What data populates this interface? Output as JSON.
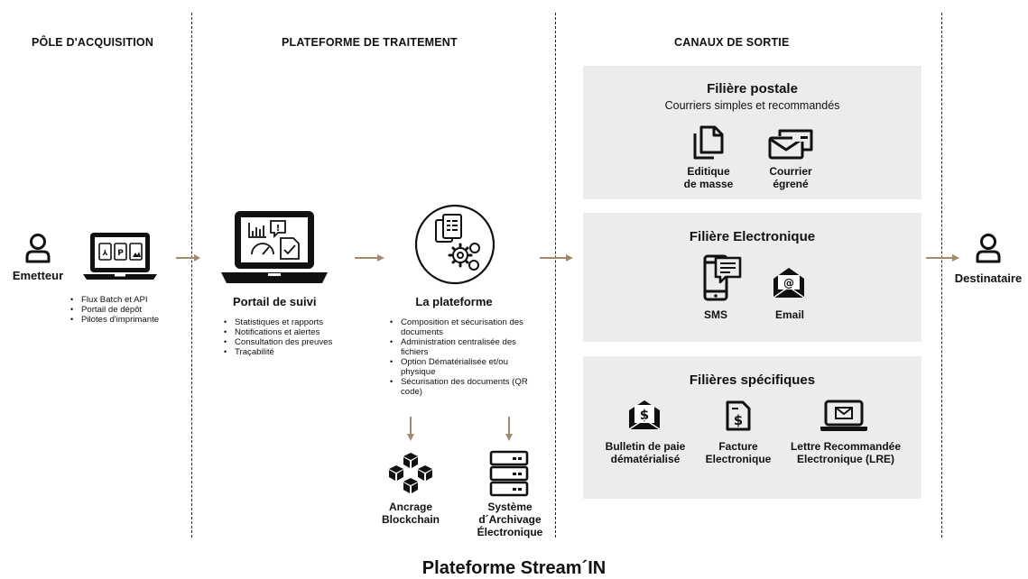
{
  "columns": {
    "acquisition": "PÔLE D'ACQUISITION",
    "treatment": "PLATEFORME DE TRAITEMENT",
    "output": "CANAUX DE SORTIE"
  },
  "emitter": {
    "label": "Emetteur"
  },
  "recipient": {
    "label": "Destinataire"
  },
  "acquisition_items": [
    "Flux Batch et API",
    "Portail de dépôt",
    "Pilotes d'imprimante"
  ],
  "portal": {
    "title": "Portail de suivi",
    "items": [
      "Statistiques et rapports",
      "Notifications et alertes",
      "Consultation des preuves",
      "Traçabilité"
    ]
  },
  "platform": {
    "title": "La plateforme",
    "items": [
      "Composition et sécurisation des documents",
      "Administration centralisée des fichiers",
      "Option Dématérialisée et/ou physique",
      "Sécurisation des documents (QR code)"
    ]
  },
  "blockchain": {
    "label": "Ancrage\nBlockchain"
  },
  "archive": {
    "label": "Système\nd´Archivage\nÉlectronique"
  },
  "postal": {
    "title": "Filière postale",
    "subtitle": "Courriers simples et recommandés",
    "items": [
      {
        "icon": "documents-icon",
        "label": "Editique\nde masse"
      },
      {
        "icon": "mailbox-icon",
        "label": "Courrier\négrené"
      }
    ]
  },
  "electronic": {
    "title": "Filière Electronique",
    "items": [
      {
        "icon": "sms-phone-icon",
        "label": "SMS"
      },
      {
        "icon": "email-envelope-icon",
        "label": "Email"
      }
    ]
  },
  "specific": {
    "title": "Filières spécifiques",
    "items": [
      {
        "icon": "payslip-envelope-icon",
        "label": "Bulletin de paie\ndématérialisé"
      },
      {
        "icon": "invoice-icon",
        "label": "Facture\nElectronique"
      },
      {
        "icon": "laptop-mail-icon",
        "label": "Lettre Recommandée\nElectronique (LRE)"
      }
    ]
  },
  "footer": {
    "title": "Plateforme Stream´IN"
  },
  "colors": {
    "arrow": "#a08c6a",
    "panel": "#ececec",
    "ink": "#111111"
  }
}
